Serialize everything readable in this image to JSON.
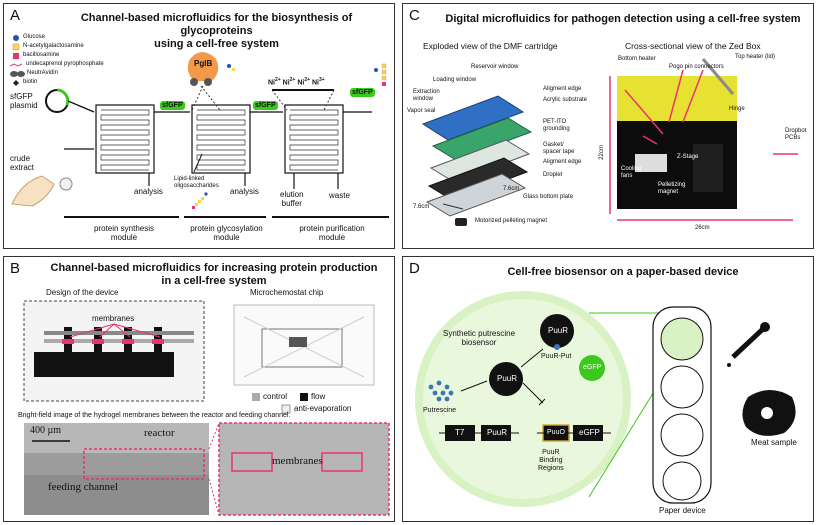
{
  "panel_a": {
    "letter": "A",
    "title_line1": "Channel-based microfluidics for the biosynthesis of glycoproteins",
    "title_line2": "using a cell-free system",
    "legend": [
      "Glucose",
      "N-acetylgalactosamine",
      "bacillosamine",
      "undecaprenol pyrophosphate",
      "NeutrAvidin",
      "biotin"
    ],
    "sfgfp_plasmid": "sfGFP\nplasmid",
    "crude_extract": "crude\nextract",
    "pglb": "PglB",
    "sfgfp": "sfGFP",
    "ni": "Ni",
    "ni_charge": "2+",
    "ni_charge_last": "3+",
    "analysis": "analysis",
    "lipid_linked": "Lipid-linked\noligosaccharides",
    "elution_buffer": "elution\nbuffer",
    "waste": "waste",
    "modules": [
      "protein synthesis\nmodule",
      "protein glycosylation\nmodule",
      "protein purification\nmodule"
    ]
  },
  "panel_b": {
    "letter": "B",
    "title_line1": "Channel-based microfluidics for increasing protein production",
    "title_line2": "in a cell-free system",
    "design": "Design of the device",
    "chip": "Microchemostat chip",
    "membranes": "membranes",
    "legend_control": "control",
    "legend_flow": "flow",
    "legend_anti": "anti-evaporation",
    "brightfield": "Bright-field image of the hydrogel membranes between the reactor and feeding channel.",
    "scale": "400 µm",
    "reactor": "reactor",
    "feeding": "feeding channel",
    "membranes2": "membranes"
  },
  "panel_c": {
    "letter": "C",
    "title": "Digital microfluidics for pathogen detection using a cell-free system",
    "exploded": "Exploded view of the DMF cartridge",
    "cross": "Cross-sectional view of the Zed Box",
    "left_labels": [
      "Loading window",
      "Extraction\nwindow",
      "Vapor seal"
    ],
    "mid_labels": [
      "Reservoir window",
      "Aligment edge",
      "Acrylic substrate",
      "PET-ITO\ngrounding",
      "Gasket/\nspacer tape",
      "Aligment edge",
      "Droplet",
      "Glass bottom plate"
    ],
    "dims": [
      "7.6cm",
      "7.6cm"
    ],
    "magnet": "Motorized pelleting magnet",
    "box_labels": [
      "Bottom heater",
      "Pogo pin connectors",
      "Top heater (lid)",
      "Hinge",
      "Dropbot\nPCBs",
      "Cooling\nfans",
      "Z-Stage",
      "Pelletizing\nmagnet"
    ],
    "dim22": "22cm",
    "dim26": "26cm"
  },
  "panel_d": {
    "letter": "D",
    "title": "Cell-free biosensor on a paper-based device",
    "synthetic": "Synthetic putrescine\nbiosensor",
    "puur": "PuuR",
    "puur_put": "PuuR-Put",
    "putrescine": "Putrescine",
    "egfp": "eGFP",
    "t7": "T7",
    "puuo": "PuuO",
    "binding": "PuuR\nBinding\nRegions",
    "paper": "Paper device",
    "meat": "Meat sample"
  },
  "colors": {
    "green": "#3cc81e",
    "pink": "#e8356e",
    "light_green": "#d9f2c4",
    "sfgfp": "#3cc81e"
  }
}
